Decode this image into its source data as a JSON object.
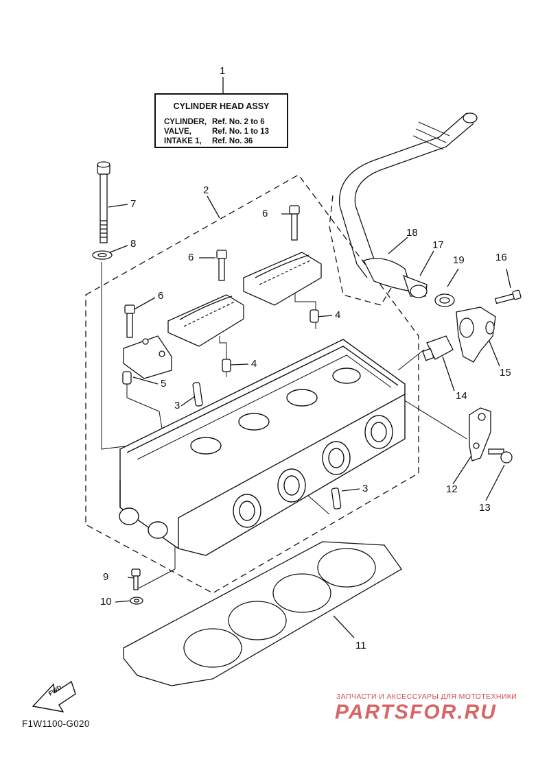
{
  "label_box": {
    "title": "CYLINDER HEAD ASSY",
    "rows": [
      {
        "name": "CYLINDER,",
        "ref": "Ref. No. 2 to 6"
      },
      {
        "name": "VALVE,",
        "ref": "Ref. No. 1 to 13"
      },
      {
        "name": "INTAKE 1,",
        "ref": "Ref. No. 36"
      }
    ]
  },
  "callouts": {
    "c1": "1",
    "c2": "2",
    "c3a": "3",
    "c3b": "3",
    "c4a": "4",
    "c4b": "4",
    "c5": "5",
    "c6a": "6",
    "c6b": "6",
    "c6c": "6",
    "c7": "7",
    "c8": "8",
    "c9": "9",
    "c10": "10",
    "c11": "11",
    "c12": "12",
    "c13": "13",
    "c14": "14",
    "c15": "15",
    "c16": "16",
    "c17": "17",
    "c18": "18",
    "c19": "19"
  },
  "fwd_arrow": "FWD",
  "figure_code": "F1W1100-G020",
  "watermark": {
    "line1": "ЗАПЧАСТИ И АКСЕССУАРЫ ДЛЯ МОТОТЕХНИКИ",
    "logo": "PARTSFOR.RU"
  },
  "colors": {
    "ink": "#111111",
    "watermark": "#d24a4a"
  }
}
